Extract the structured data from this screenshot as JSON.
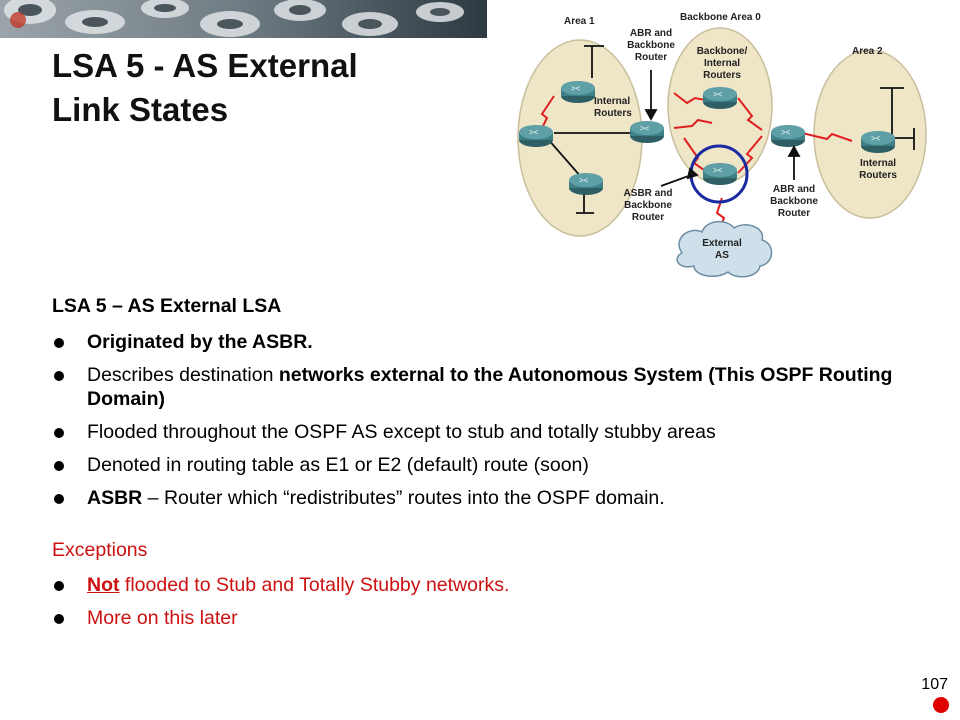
{
  "title_line1": "LSA 5 - AS External",
  "title_line2": "Link States",
  "diagram": {
    "area1": "Area 1",
    "backbone": "Backbone Area 0",
    "area2": "Area 2",
    "abr_top": [
      "ABR and",
      "Backbone",
      "Router"
    ],
    "backbone_internal": [
      "Backbone/",
      "Internal",
      "Routers"
    ],
    "internal_left": [
      "Internal",
      "Routers"
    ],
    "internal_right": [
      "Internal",
      "Routers"
    ],
    "asbr": [
      "ASBR and",
      "Backbone",
      "Router"
    ],
    "abr_right": [
      "ABR and",
      "Backbone",
      "Router"
    ],
    "external_as": [
      "External",
      "AS"
    ]
  },
  "heading": "LSA 5 – AS External LSA",
  "bullets": {
    "b1": "Originated by the ASBR.",
    "b2_pre": "Describes destination ",
    "b2_bold": "networks external to the Autonomous System (This OSPF Routing Domain)",
    "b3": "Flooded throughout the OSPF AS except to stub and totally stubby areas",
    "b4": "Denoted in routing table as E1 or E2 (default) route (soon)",
    "b5_bold": "ASBR",
    "b5_rest": " – Router which “redistributes” routes into the OSPF domain."
  },
  "exceptions": {
    "label": "Exceptions",
    "e1_underline": "Not",
    "e1_rest": " flooded to Stub and Totally Stubby networks.",
    "e2": "More on this later"
  },
  "page_number": "107",
  "colors": {
    "red_text": "#cc1111",
    "area_fill": "#efe6c8",
    "router_fill": "#3f7f86",
    "asbr_circle": "#1a2aa0"
  }
}
